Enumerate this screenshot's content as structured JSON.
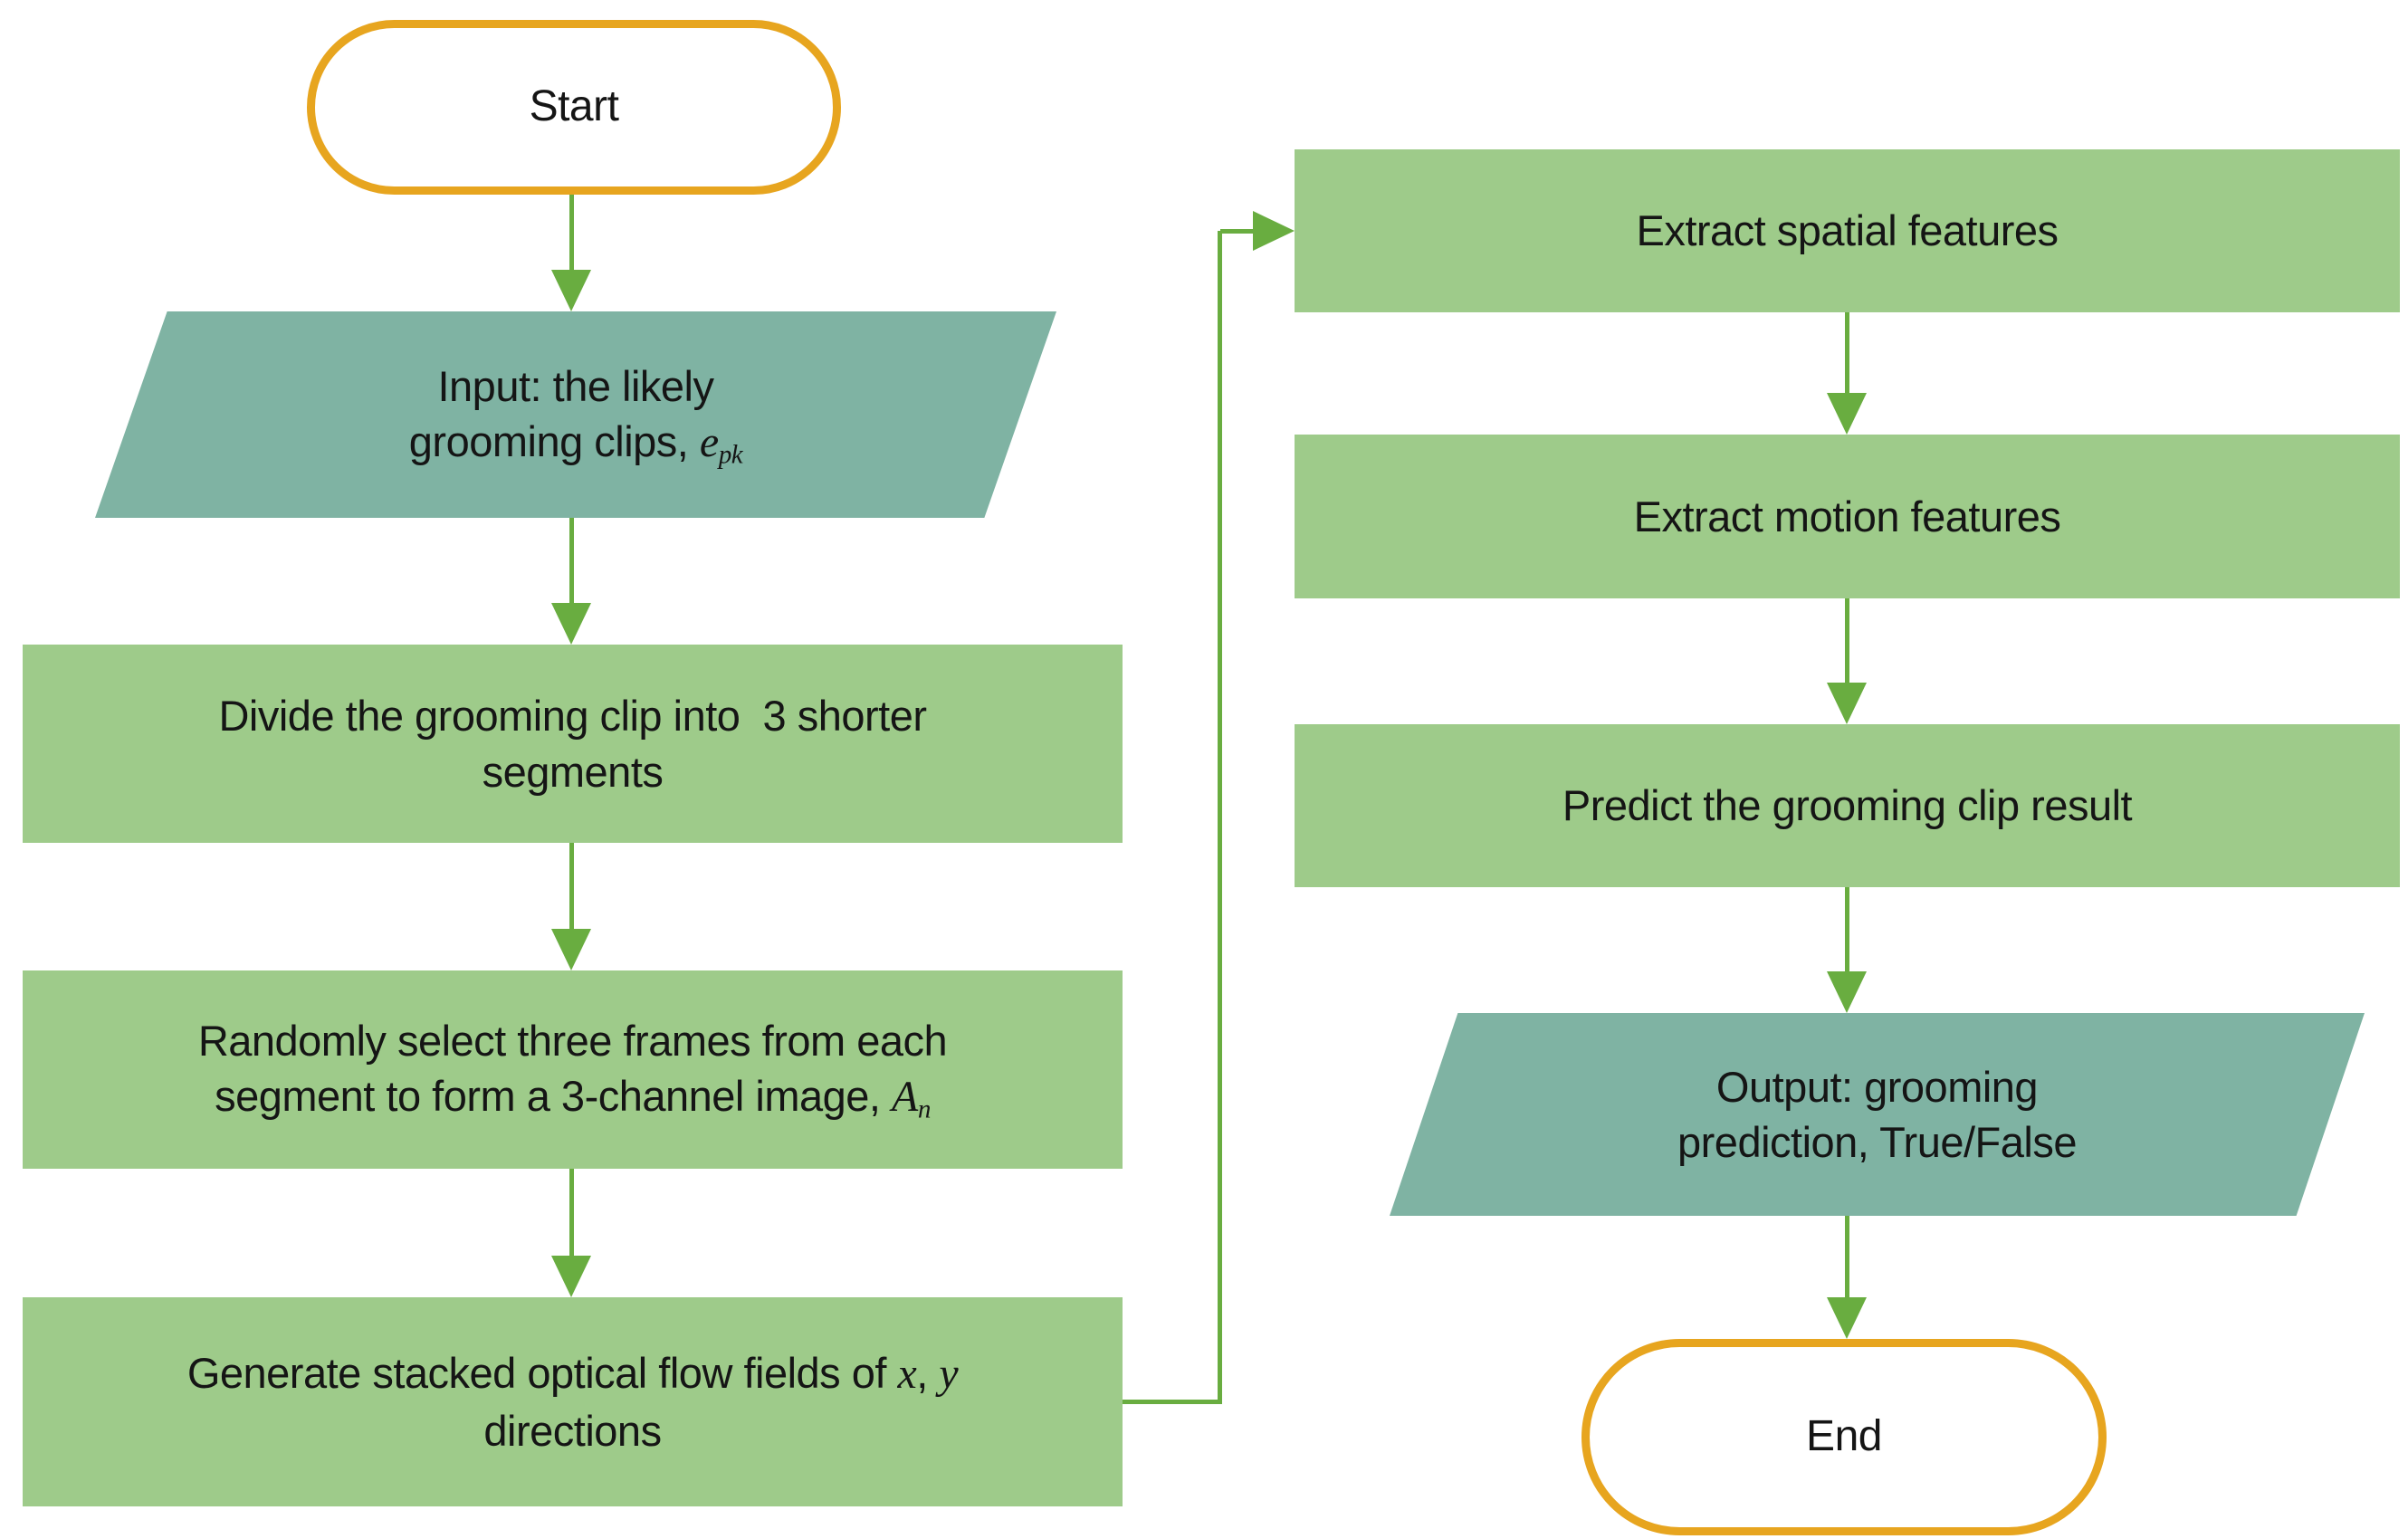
{
  "diagram": {
    "type": "flowchart",
    "description": "Grooming clip classification pipeline flowchart",
    "colors": {
      "process_fill": "#9ecb8a",
      "io_fill": "#7fb3a3",
      "terminator_fill": "#ffffff",
      "terminator_border": "#e7a51f",
      "arrow": "#69ad40",
      "text": "#151515",
      "background": "#ffffff"
    },
    "nodes": {
      "start": {
        "type": "terminator",
        "label": "Start"
      },
      "input_clips": {
        "type": "input-output",
        "line1": "Input: the likely",
        "line2_prefix": "grooming clips, ",
        "math_var": "e",
        "math_sub": "pk"
      },
      "divide": {
        "type": "process",
        "line1": "Divide the grooming clip into  3 shorter",
        "line2": "segments"
      },
      "random_frames": {
        "type": "process",
        "line1": "Randomly select three frames from each",
        "line2_prefix": "segment to form a 3-channel image, ",
        "math_var": "A",
        "math_sub": "n"
      },
      "optical_flow": {
        "type": "process",
        "line1_prefix": "Generate stacked optical flow fields of ",
        "math_var_x": "x",
        "separator": ", ",
        "math_var_y": "y",
        "line2": "directions"
      },
      "extract_spatial": {
        "type": "process",
        "label": "Extract spatial features"
      },
      "extract_motion": {
        "type": "process",
        "label": "Extract motion features"
      },
      "predict": {
        "type": "process",
        "label": "Predict the grooming clip result"
      },
      "output": {
        "type": "input-output",
        "line1": "Output: grooming",
        "line2": "prediction, True/False"
      },
      "end": {
        "type": "terminator",
        "label": "End"
      }
    },
    "edges": [
      {
        "from": "start",
        "to": "input_clips"
      },
      {
        "from": "input_clips",
        "to": "divide"
      },
      {
        "from": "divide",
        "to": "random_frames"
      },
      {
        "from": "random_frames",
        "to": "optical_flow"
      },
      {
        "from": "optical_flow",
        "to": "extract_spatial",
        "route": "elbow-right-up-right"
      },
      {
        "from": "extract_spatial",
        "to": "extract_motion"
      },
      {
        "from": "extract_motion",
        "to": "predict"
      },
      {
        "from": "predict",
        "to": "output"
      },
      {
        "from": "output",
        "to": "end"
      }
    ]
  }
}
